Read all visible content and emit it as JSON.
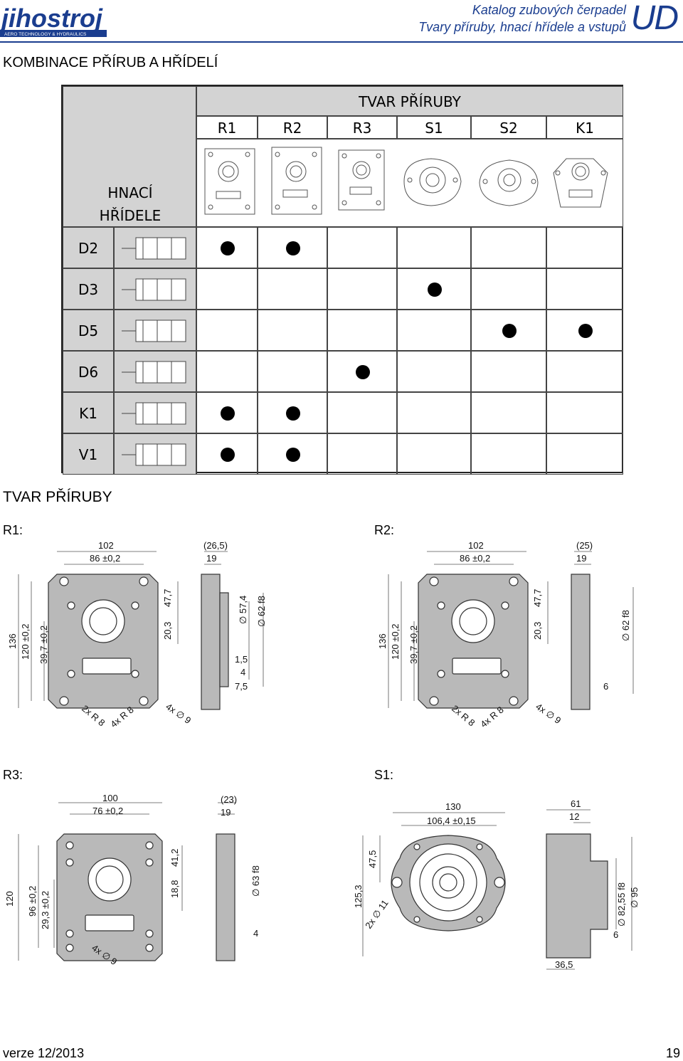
{
  "header": {
    "brand": "jihostroj",
    "brand_sub": "AERO TECHNOLOGY & HYDRAULICS",
    "catalog_title": "Katalog zubových čerpadel",
    "catalog_subtitle": "Tvary příruby, hnací hřídele a vstupů",
    "code": "UD"
  },
  "section_titles": {
    "combinations": "KOMBINACE PŘÍRUB A HŘÍDELÍ",
    "flange_shapes": "TVAR PŘÍRUBY"
  },
  "table": {
    "corner_label": "HNACÍ HŘÍDELE",
    "column_group": "TVAR PŘÍRUBY",
    "columns": [
      "R1",
      "R2",
      "R3",
      "S1",
      "S2",
      "K1"
    ],
    "rows": [
      {
        "label": "D2",
        "marks": [
          true,
          true,
          false,
          false,
          false,
          false
        ]
      },
      {
        "label": "D3",
        "marks": [
          false,
          false,
          false,
          true,
          false,
          false
        ]
      },
      {
        "label": "D5",
        "marks": [
          false,
          false,
          false,
          false,
          true,
          true
        ]
      },
      {
        "label": "D6",
        "marks": [
          false,
          false,
          true,
          false,
          false,
          false
        ]
      },
      {
        "label": "K1",
        "marks": [
          true,
          true,
          false,
          false,
          false,
          false
        ]
      },
      {
        "label": "V1",
        "marks": [
          true,
          true,
          false,
          false,
          false,
          false
        ]
      }
    ]
  },
  "drawings": {
    "r1": {
      "label": "R1:",
      "dims": [
        "102",
        "86 ±0,2",
        "(26,5)",
        "19",
        "136",
        "120 ±0,2",
        "39,7 ±0,2",
        "47,7",
        "20,3",
        "∅ 57,4",
        "∅ 62 f8",
        "1,5",
        "4",
        "7,5",
        "2x R 8",
        "4x R 8",
        "4x ∅ 9"
      ]
    },
    "r2": {
      "label": "R2:",
      "dims": [
        "102",
        "86 ±0,2",
        "(25)",
        "19",
        "136",
        "120 ±0,2",
        "39,7 ±0,2",
        "47,7",
        "20,3",
        "∅ 62 f8",
        "6",
        "2x R 8",
        "4x R 8",
        "4x ∅ 9"
      ]
    },
    "r3": {
      "label": "R3:",
      "dims": [
        "100",
        "76 ±0,2",
        "(23)",
        "19",
        "120",
        "96 ±0,2",
        "29,3 ±0,2",
        "41,2",
        "18,8",
        "∅ 63 f8",
        "4",
        "4x ∅ 9"
      ]
    },
    "s1": {
      "label": "S1:",
      "dims": [
        "130",
        "106,4 ±0,15",
        "61",
        "12",
        "47,5",
        "125,3",
        "2x ∅ 11",
        "∅ 82,55 f8",
        "∅ 95",
        "6",
        "36,5"
      ]
    }
  },
  "footer": {
    "version": "verze 12/2013",
    "page": "19"
  },
  "colors": {
    "brand_blue": "#1a3d8f",
    "table_gray": "#d3d3d3",
    "part_gray": "#b9b9b9"
  }
}
